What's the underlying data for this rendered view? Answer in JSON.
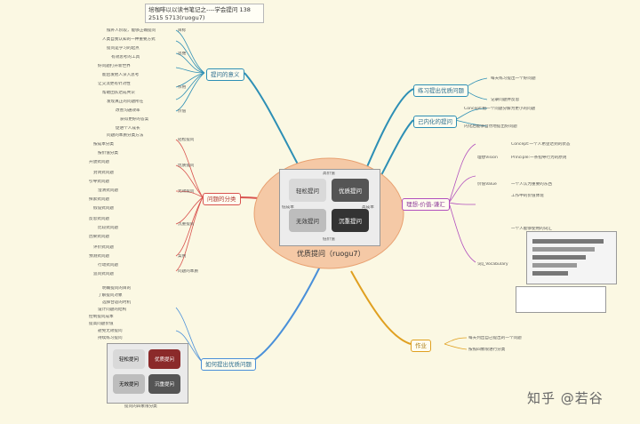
{
  "header": {
    "title": "培咖啡以以读书笔记之----学会提问 138 2515 5713(ruogu7)"
  },
  "center": {
    "title": "优质提问（ruogu7）"
  },
  "quadrant": {
    "top": "高价值",
    "bottom": "低价值",
    "left": "低成本",
    "right": "高成本",
    "q1": "轻松提问",
    "q2": "优质提问",
    "q3": "无效提问",
    "q4": "沉重提问",
    "caption": "提问的四象限分类"
  },
  "left_branches": {
    "meaning": "提问的意义",
    "classify": "问题的分类",
    "howto": "如何提出优质问题"
  },
  "right_branches": {
    "define": "练习提出优质问题",
    "self": "己内化的提问",
    "ideal": "理想-价值-谦汇",
    "homework": "作业"
  },
  "meaning_items": [
    "候补人阶段，能够正确提问",
    "人类自我认知的一种重要方式",
    "提问是学习的起点",
    "有效思考的工具",
    "好问题打开新世界",
    "能启发他人深入思考",
    "让交流更有针对性",
    "帮助团队达成共识",
    "发现真正的问题所在",
    "改善沟通效率",
    "获得更好的答案",
    "促进个人成长"
  ],
  "meaning_labels": [
    "目标",
    "思维",
    "作用",
    "价值"
  ],
  "classify_items": [
    "问题的本质分类方法",
    "按成本分类",
    "按价值分类",
    "开放式问题",
    "封闭式问题",
    "引导式问题",
    "澄清式问题",
    "探索式问题",
    "假设式问题",
    "反思式问题",
    "比较式问题",
    "因果式问题",
    "评价式问题",
    "预测式问题",
    "行动式问题",
    "追问式问题"
  ],
  "classify_labels": [
    "轻松提问",
    "优质提问",
    "无效提问",
    "沉重提问",
    "案例",
    "问题的本质"
  ],
  "howto_items": [
    "明确提问的目的",
    "了解提问对象",
    "选择合适的时机",
    "设计问题的结构",
    "控制提问成本",
    "提高问题价值",
    "避免无效提问",
    "持续练习提问"
  ],
  "define_items": [
    "每天练习提出一个好问题",
    "记录问题并反思"
  ],
  "self_items": [
    "Concept:把一个问题分解为更小的问题",
    "内化后能够自然地提出好问题"
  ],
  "ideal_items": [
    "Concept:一个人希望达到的状态",
    "理想Vision",
    "Principle:一条指导行为的原则",
    "价值Value",
    "一个人认为重要的东西",
    "工作中的价值体现",
    "词汇Vocabulary",
    "一个人能够使用的词汇"
  ],
  "homework_items": [
    "每天列出自己提出的一个问题",
    "按照四象限进行分类"
  ],
  "watermark": "知乎 @若谷"
}
